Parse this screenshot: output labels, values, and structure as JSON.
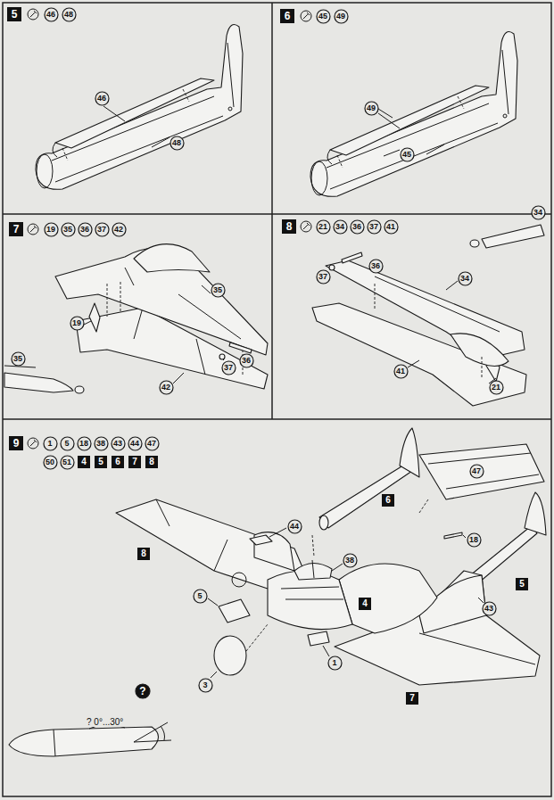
{
  "diagram": {
    "nodes": [
      {
        "text": [
          "5"
        ]
      },
      {
        "text": [
          "46"
        ]
      },
      {
        "text": [
          "48"
        ]
      },
      {
        "text": [
          "46"
        ]
      },
      {
        "text": [
          "48"
        ]
      },
      {
        "text": [
          "6"
        ]
      },
      {
        "text": [
          "45"
        ]
      },
      {
        "text": [
          "49"
        ]
      },
      {
        "text": [
          "49"
        ]
      },
      {
        "text": [
          "45"
        ]
      },
      {
        "text": [
          "7"
        ]
      },
      {
        "text": [
          "19"
        ]
      },
      {
        "text": [
          "35"
        ]
      },
      {
        "text": [
          "36"
        ]
      },
      {
        "text": [
          "37"
        ]
      },
      {
        "text": [
          "42"
        ]
      },
      {
        "text": [
          "35"
        ]
      },
      {
        "text": [
          "19"
        ]
      },
      {
        "text": [
          "36"
        ]
      },
      {
        "text": [
          "37"
        ]
      },
      {
        "text": [
          "35"
        ]
      },
      {
        "text": [
          "42"
        ]
      },
      {
        "text": [
          "8"
        ]
      },
      {
        "text": [
          "21"
        ]
      },
      {
        "text": [
          "34"
        ]
      },
      {
        "text": [
          "36"
        ]
      },
      {
        "text": [
          "37"
        ]
      },
      {
        "text": [
          "41"
        ]
      },
      {
        "text": [
          "34"
        ]
      },
      {
        "text": [
          "36"
        ]
      },
      {
        "text": [
          "37"
        ]
      },
      {
        "text": [
          "34"
        ]
      },
      {
        "text": [
          "41"
        ]
      },
      {
        "text": [
          "21"
        ]
      },
      {
        "text": [
          "9"
        ]
      },
      {
        "text": [
          "1"
        ]
      },
      {
        "text": [
          "5"
        ]
      },
      {
        "text": [
          "18"
        ]
      },
      {
        "text": [
          "38"
        ]
      },
      {
        "text": [
          "43"
        ]
      },
      {
        "text": [
          "44"
        ]
      },
      {
        "text": [
          "47"
        ]
      },
      {
        "text": [
          "50"
        ]
      },
      {
        "text": [
          "51"
        ]
      },
      {
        "text": [
          "4"
        ]
      },
      {
        "text": [
          "5"
        ]
      },
      {
        "text": [
          "6"
        ]
      },
      {
        "text": [
          "7"
        ]
      },
      {
        "text": [
          "8"
        ]
      },
      {
        "text": [
          "47"
        ]
      },
      {
        "text": [
          "6"
        ]
      },
      {
        "text": [
          "44"
        ]
      },
      {
        "text": [
          "18"
        ]
      },
      {
        "text": [
          "8"
        ]
      },
      {
        "text": [
          "38"
        ]
      },
      {
        "text": [
          "5"
        ]
      },
      {
        "text": [
          "5"
        ]
      },
      {
        "text": [
          "4"
        ]
      },
      {
        "text": [
          "43"
        ]
      },
      {
        "text": [
          "1"
        ]
      },
      {
        "text": [
          "3"
        ]
      },
      {
        "text": [
          "?"
        ]
      },
      {
        "text": [
          "7"
        ]
      }
    ],
    "labels": [
      "? 0°...30°"
    ]
  }
}
